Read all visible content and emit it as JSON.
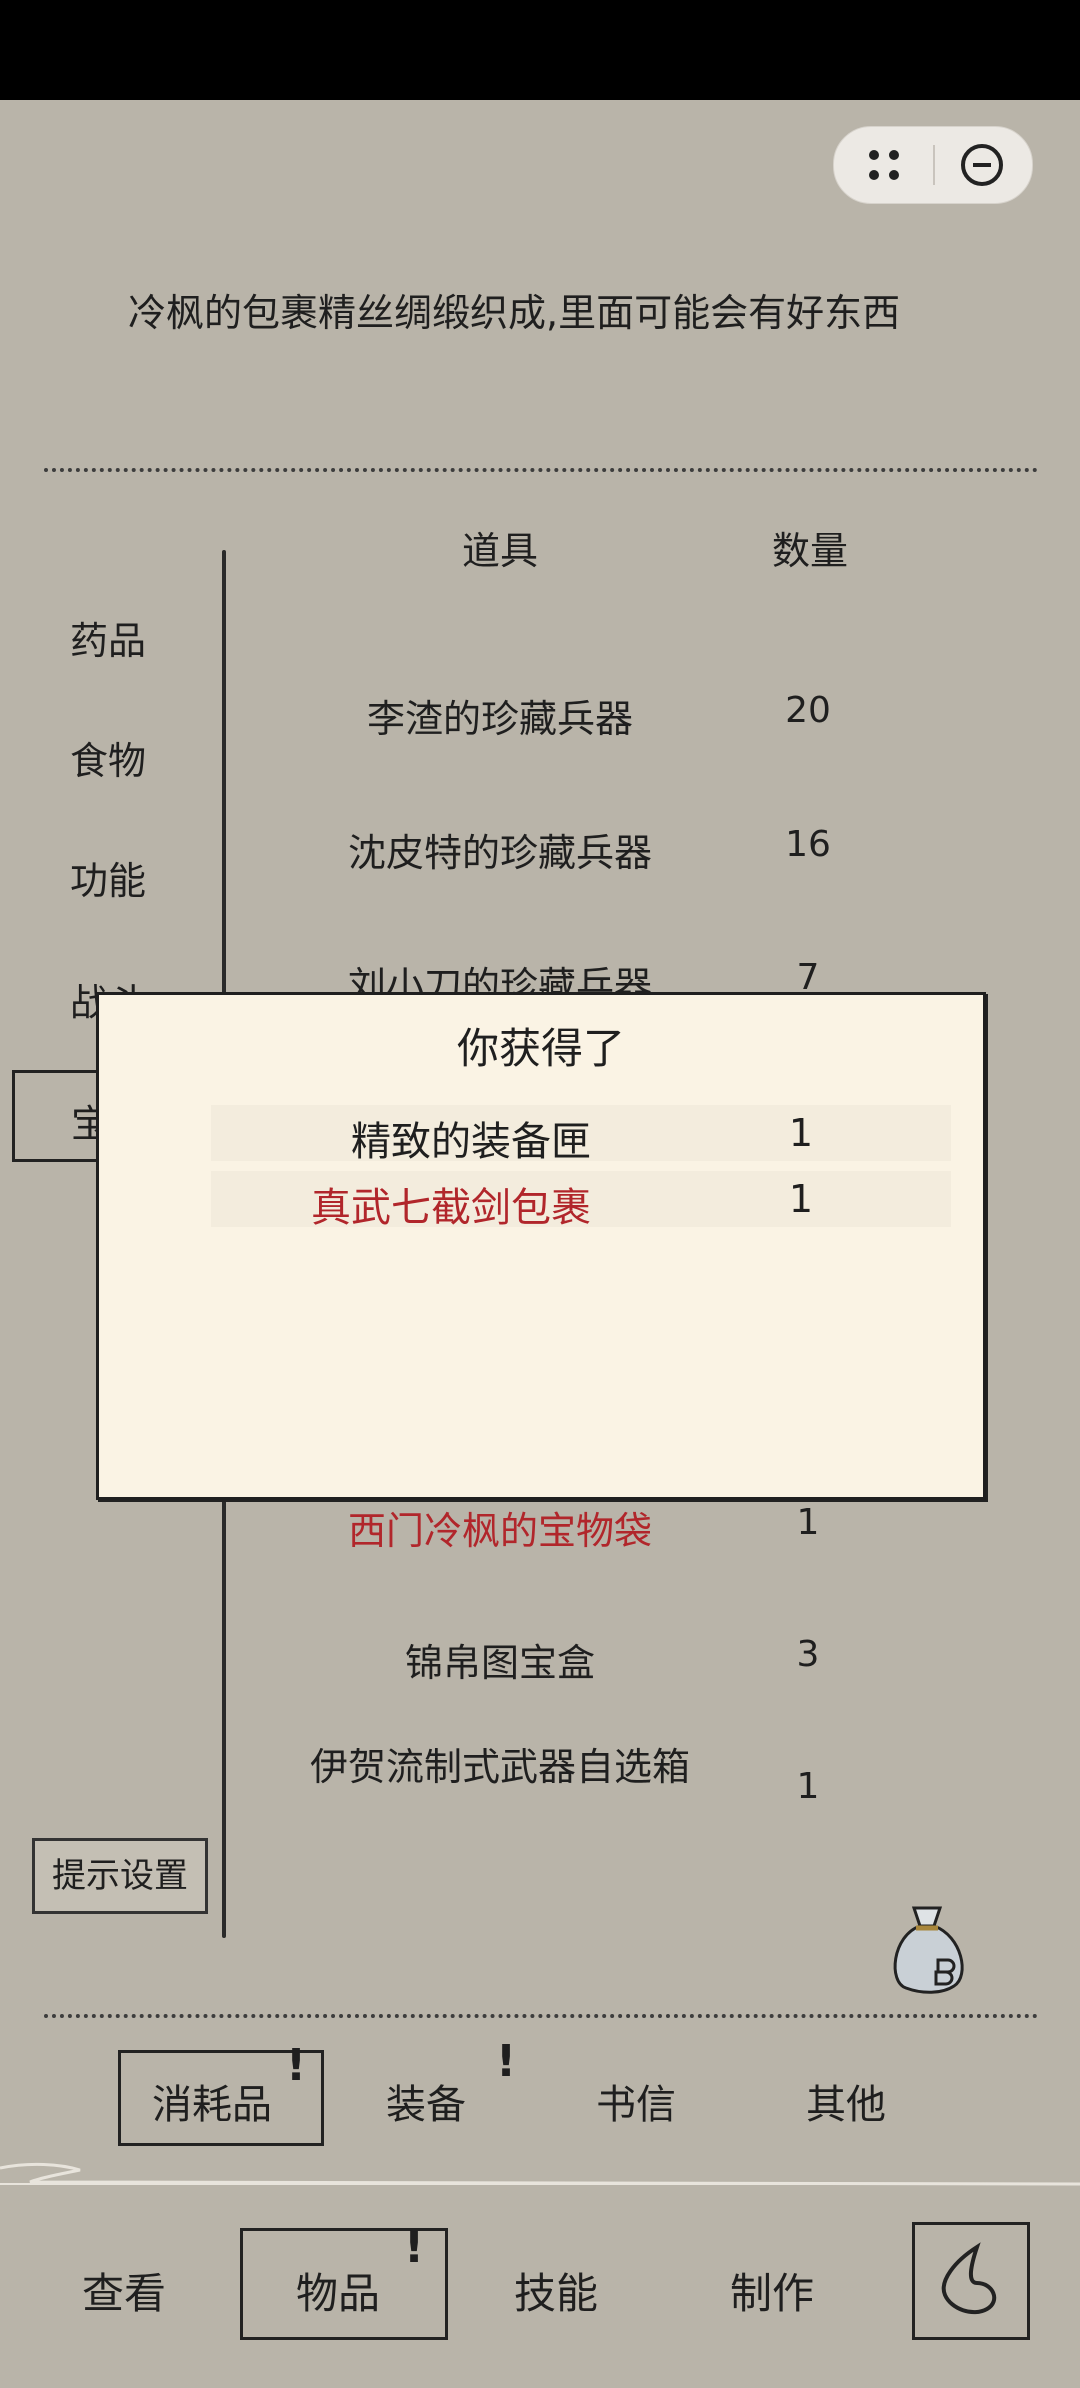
{
  "description": "冷枫的包裹精丝绸缎织成,里面可能会有好东西",
  "table": {
    "header_item": "道具",
    "header_qty": "数量",
    "rows": [
      {
        "name": "李渣的珍藏兵器",
        "qty": "20"
      },
      {
        "name": "沈皮特的珍藏兵器",
        "qty": "16"
      },
      {
        "name": "刘小刀的珍藏兵器",
        "qty": "7"
      },
      {
        "name": "西门冷枫的宝物袋",
        "qty": "1"
      },
      {
        "name": "锦帛图宝盒",
        "qty": "3"
      },
      {
        "name": "伊贺流制式武器自选箱",
        "qty": "1"
      }
    ]
  },
  "categories": [
    "药品",
    "食物",
    "功能",
    "战斗",
    "宝"
  ],
  "hint_button": "提示设置",
  "sub_tabs": [
    "消耗品",
    "装备",
    "书信",
    "其他"
  ],
  "sub_tab_marks": [
    "!",
    "!"
  ],
  "main_tabs": [
    "查看",
    "物品",
    "技能",
    "制作"
  ],
  "main_tab_mark": "!",
  "modal": {
    "title": "你获得了",
    "items": [
      {
        "name": "精致的装备匣",
        "qty": "1"
      },
      {
        "name": "真武七截剑包裹",
        "qty": "1"
      }
    ]
  },
  "colors": {
    "background": "#b9b4a9",
    "modal_bg": "#faf3e4",
    "highlight_red": "#b1262b"
  }
}
